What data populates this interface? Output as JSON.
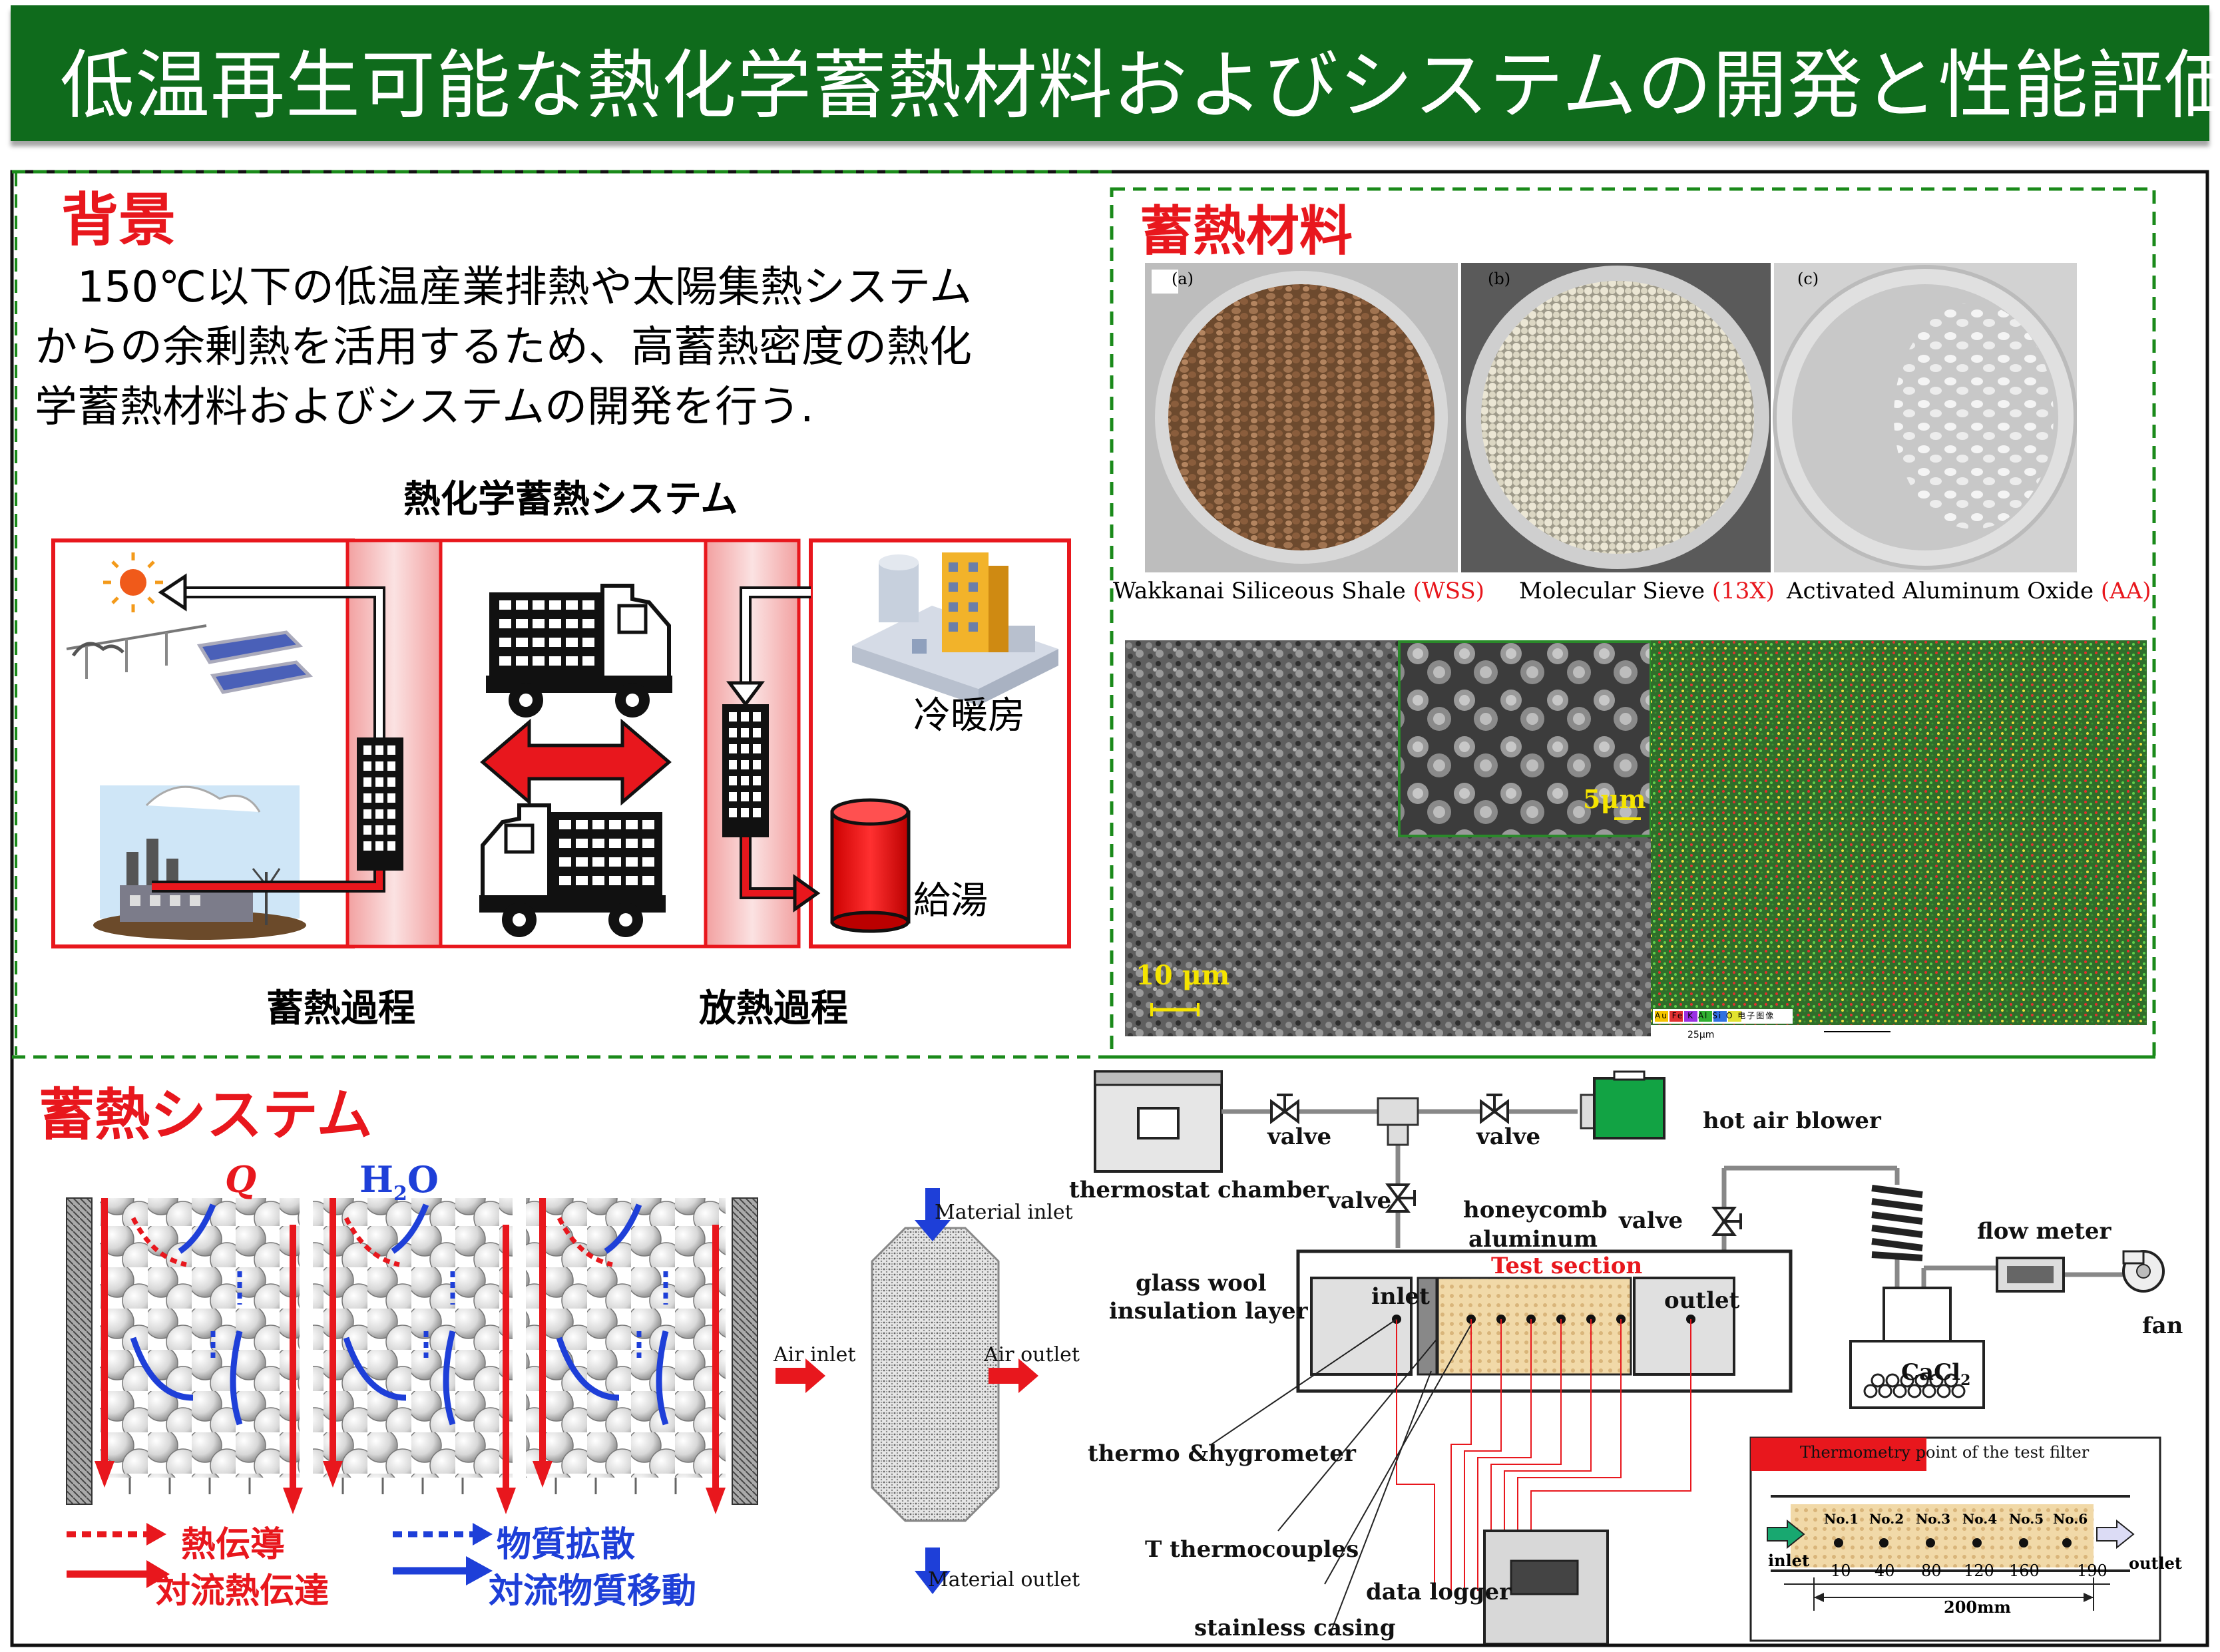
{
  "title": "低温再生可能な熱化学蓄熱材料およびシステムの開発と性能評価",
  "background": {
    "heading": "背景",
    "lines": [
      "　150℃以下の低温産業排熱や太陽集熱システム",
      "からの余剰熱を活用するため、高蓄熱密度の熱化",
      "学蓄熱材料およびシステムの開発を行う."
    ],
    "system_title": "熱化学蓄熱システム",
    "storage_process": "蓄熱過程",
    "release_process": "放熱過程",
    "cooling_heating": "冷暖房",
    "hot_water": "給湯"
  },
  "materials": {
    "heading": "蓄熱材料",
    "photo_tags": [
      "(a)",
      "(b)",
      "(c)"
    ],
    "names": [
      {
        "name": "Wakkanai Siliceous Shale ",
        "abbr": "(WSS)"
      },
      {
        "name": "Molecular Sieve ",
        "abbr": "(13X)"
      },
      {
        "name": "Activated Aluminum Oxide ",
        "abbr": "(AA)"
      }
    ],
    "sem_scale_1": "10 μm",
    "sem_scale_2": "5μm",
    "eds_scale": "25μm",
    "eds_legend": [
      "Au",
      "Fe",
      "K",
      "Al",
      "Si",
      "O",
      "电子图像"
    ]
  },
  "system": {
    "heading": "蓄熱システム",
    "q_label": "Q",
    "h2o_label": "H",
    "h2o_sub": "2",
    "h2o_tail": "O",
    "legend": {
      "conduction": "熱伝導",
      "convective_heat": "対流熱伝達",
      "diffusion": "物質拡散",
      "convective_mass": "対流物質移動"
    },
    "reactor": {
      "material_inlet": "Material inlet",
      "material_outlet": "Material outlet",
      "air_inlet": "Air inlet",
      "air_outlet": "Air outlet"
    },
    "apparatus": {
      "thermostat": "thermostat chamber",
      "valve": "valve",
      "hot_air_blower": "hot air blower",
      "honeycomb": "honeycomb",
      "aluminum": "aluminum",
      "test_section": "Test section",
      "glass_wool": "glass wool",
      "insulation": "insulation layer",
      "inlet": "inlet",
      "outlet": "outlet",
      "flow_meter": "flow meter",
      "fan": "fan",
      "cacl": "CaCl",
      "cacl_sub": "2",
      "hygrometer": "thermo &hygrometer",
      "thermocouples": "T thermocouples",
      "data_logger": "data logger",
      "stainless": "stainless casing"
    },
    "thermometry": {
      "title": "Thermometry  point of the test filter",
      "points": [
        "No.1",
        "No.2",
        "No.3",
        "No.4",
        "No.5",
        "No.6"
      ],
      "positions": [
        "10",
        "40",
        "80",
        "120",
        "160",
        "190"
      ],
      "inlet": "inlet",
      "outlet": "outlet",
      "length": "200mm"
    }
  },
  "colors": {
    "title_green": "#0f6b1c",
    "accent_red": "#e8171d",
    "arrow_blue": "#1e3fd8",
    "dashed_green": "#2f8a2a"
  }
}
